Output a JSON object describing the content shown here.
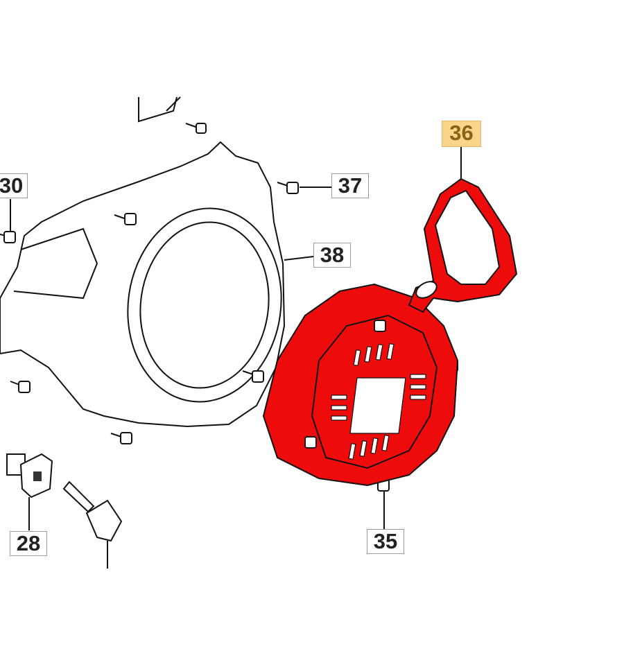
{
  "labels": {
    "p30": "30",
    "p37": "37",
    "p38": "38",
    "p36": "36",
    "p28": "28",
    "p35": "35"
  },
  "colors": {
    "highlight_part": "#ee0b0b",
    "highlight_label_bg": "#f8d58a",
    "highlight_label_text": "#8a6414"
  },
  "icons": [
    "fan-housing",
    "bolt",
    "recoil-starter",
    "starter-handle",
    "ignition-switch",
    "key"
  ]
}
